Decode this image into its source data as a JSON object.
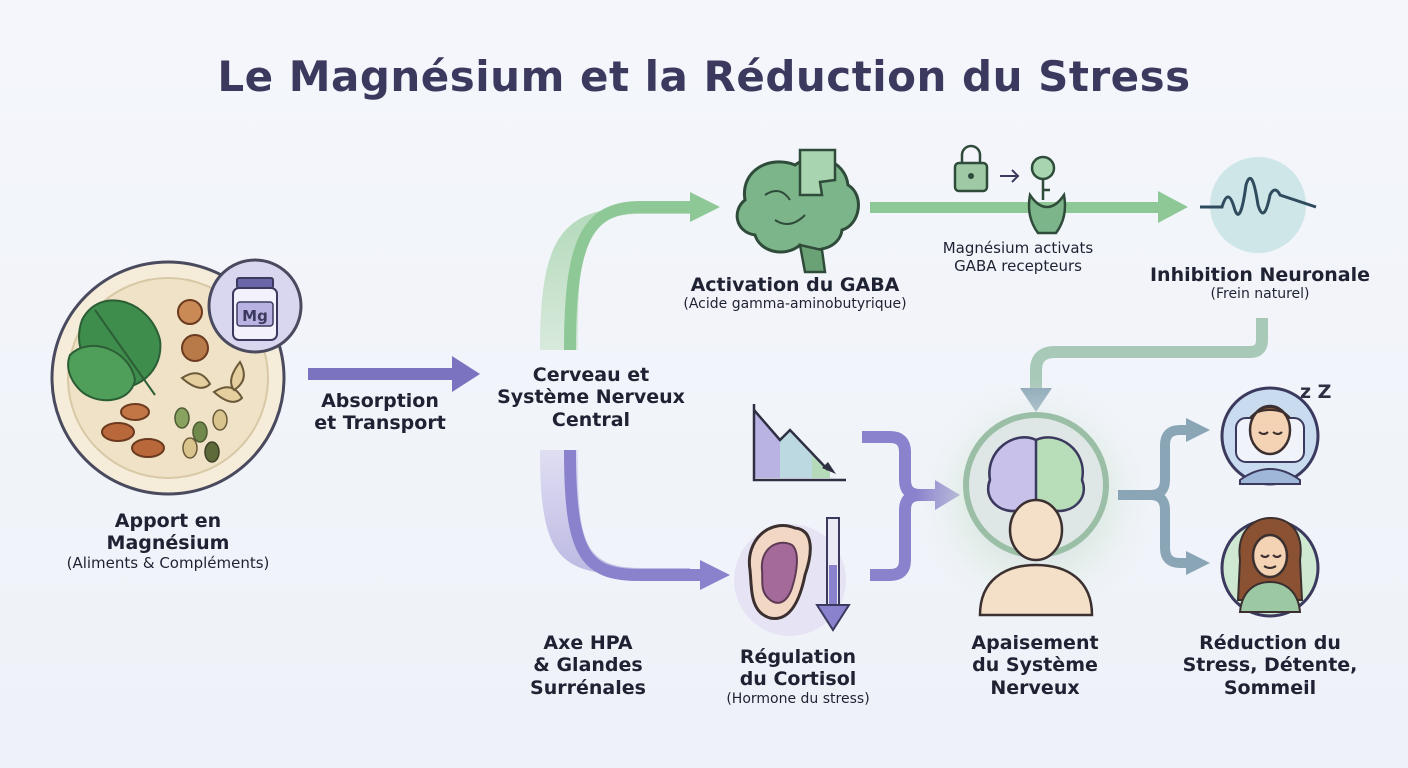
{
  "title": "Le Magnésium et la Réduction du Stress",
  "nodes": {
    "intake": {
      "main_line1": "Apport en",
      "main_line2": "Magnésium",
      "sub": "(Aliments & Compléments)",
      "badge": "Mg"
    },
    "absorption": {
      "line1": "Absorption",
      "line2": "et Transport"
    },
    "cns": {
      "line1": "Cerveau et",
      "line2": "Système Nerveux",
      "line3": "Central"
    },
    "gaba": {
      "main": "Activation du GABA",
      "sub": "(Acide gamma-aminobutyrique)"
    },
    "receptor_note": {
      "line1": "Magnésium activats",
      "line2": "GABA recepteurs"
    },
    "inhibition": {
      "main": "Inhibition Neuronale",
      "sub": "(Frein naturel)"
    },
    "hpa": {
      "line1": "Axe HPA",
      "line2": "& Glandes",
      "line3": "Surrénales"
    },
    "cortisol": {
      "line1": "Régulation",
      "line2": "du Cortisol",
      "sub": "(Hormone du stress)"
    },
    "calm": {
      "line1": "Apaisement",
      "line2": "du Système",
      "line3": "Nerveux"
    },
    "outcome": {
      "line1": "Réduction du",
      "line2": "Stress, Détente,",
      "line3": "Sommeil"
    },
    "sleep_zz": "z Z"
  },
  "colors": {
    "purple": "#7b73c0",
    "green": "#86c48f",
    "title": "#3b3a5e",
    "blue_gray": "#8aa6b6"
  },
  "icons": [
    "plate-icon",
    "mg-bottle-icon",
    "brain-puzzle-icon",
    "lock-icon",
    "key-icon",
    "receptor-icon",
    "wave-icon",
    "decline-chart-icon",
    "adrenal-gland-icon",
    "down-arrow-icon",
    "person-brain-icon",
    "sleeping-face-icon",
    "relaxed-woman-icon"
  ]
}
